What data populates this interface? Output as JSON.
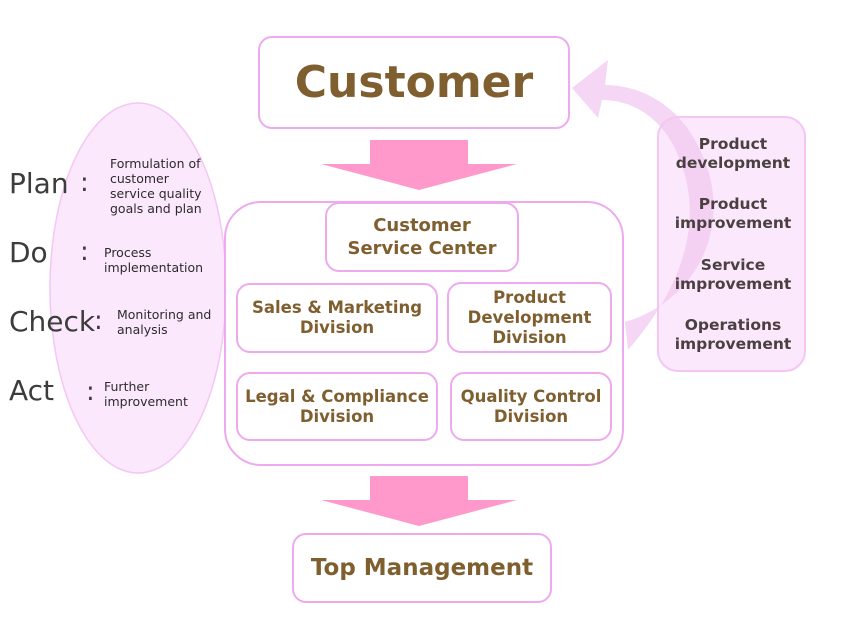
{
  "diagram": {
    "customer": {
      "label": "Customer"
    },
    "customer_service_center": {
      "line1": "Customer",
      "line2": "Service Center"
    },
    "divisions": [
      {
        "line1": "Sales & Marketing",
        "line2": "Division"
      },
      {
        "line1": "Product",
        "line2": "Development",
        "line3": "Division"
      },
      {
        "line1": "Legal & Compliance",
        "line2": "Division"
      },
      {
        "line1": "Quality Control",
        "line2": "Division"
      }
    ],
    "top_management": {
      "label": "Top Management"
    },
    "pdca": [
      {
        "stage": "Plan",
        "colon": ":",
        "description_lines": [
          "Formulation of",
          "customer",
          "service quality",
          "goals and plan"
        ]
      },
      {
        "stage": "Do",
        "colon": ":",
        "description_lines": [
          "Process",
          "implementation"
        ]
      },
      {
        "stage": "Check",
        "colon": ":",
        "description_lines": [
          "Monitoring and",
          "analysis"
        ]
      },
      {
        "stage": "Act",
        "colon": ":",
        "description_lines": [
          "Further",
          "improvement"
        ]
      }
    ],
    "improvements": [
      {
        "line1": "Product",
        "line2": "development"
      },
      {
        "line1": "Product",
        "line2": "improvement"
      },
      {
        "line1": "Service",
        "line2": "improvement"
      },
      {
        "line1": "Operations",
        "line2": "improvement"
      }
    ],
    "colors": {
      "text_brown": "#7f5f2f",
      "border_pink": "#eeaaee",
      "arrow_pink": "#ff99cc",
      "ellipse_fill": "#fce6fc",
      "curved_arrow": "#f6d2f6"
    }
  }
}
